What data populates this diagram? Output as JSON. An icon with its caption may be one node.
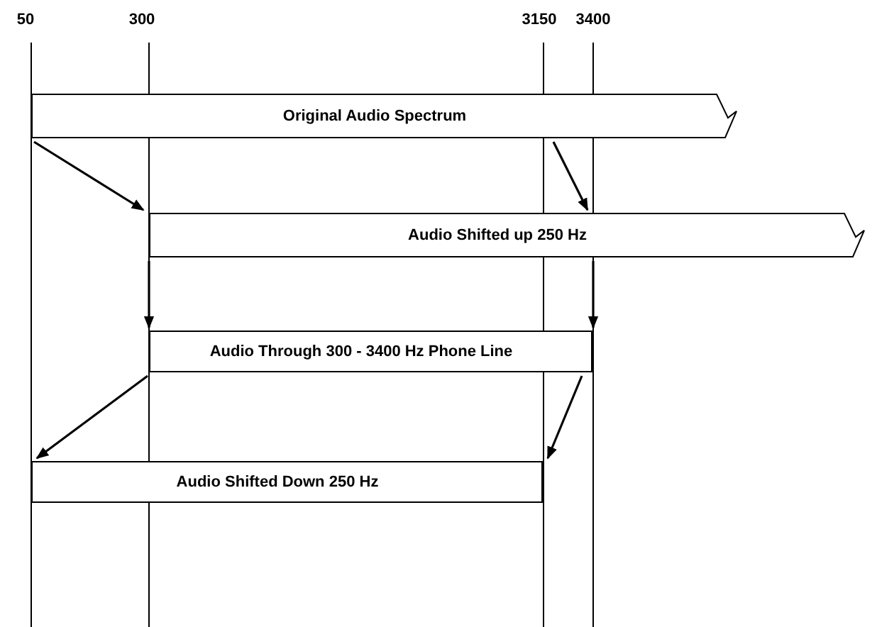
{
  "diagram": {
    "nodes": [
      {
        "text": [
          "Original Audio Spectrum"
        ]
      },
      {
        "text": [
          "Audio Shifted up 250 Hz"
        ]
      },
      {
        "text": [
          "Audio Through 300 - 3400 Hz Phone Line"
        ]
      },
      {
        "text": [
          "Audio Shifted Down 250 Hz"
        ]
      }
    ],
    "edges": [
      {
        "from": 0,
        "to": 1,
        "arrow": "to"
      },
      {
        "from": 0,
        "to": 1,
        "arrow": "to"
      },
      {
        "from": 1,
        "to": 2,
        "arrow": "to"
      },
      {
        "from": 1,
        "to": 2,
        "arrow": "to"
      },
      {
        "from": 2,
        "to": 3,
        "arrow": "to"
      },
      {
        "from": 2,
        "to": 3,
        "arrow": "to"
      }
    ],
    "labels": [
      "50",
      "300",
      "3150",
      "3400"
    ]
  }
}
